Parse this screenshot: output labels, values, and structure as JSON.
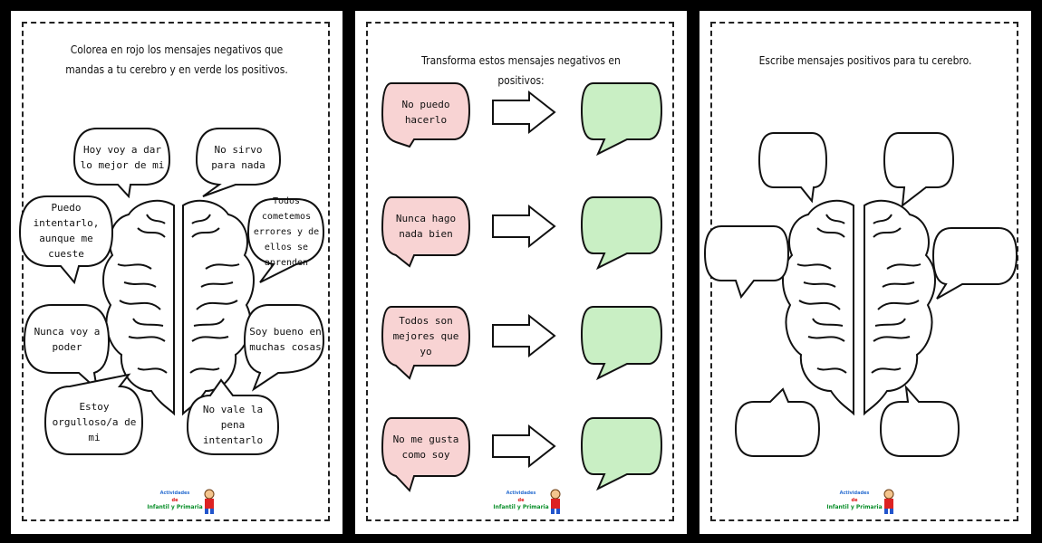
{
  "pages": [
    {
      "title": "Colorea en rojo los mensajes negativos que mandas a tu cerebro y en verde los positivos.",
      "bubbles": [
        "Hoy voy a dar lo mejor de mi",
        "No sirvo para nada",
        "Puedo intentarlo, aunque me cueste",
        "Todos cometemos errores y de ellos se aprenden",
        "Nunca voy a poder",
        "Soy bueno en muchas cosas",
        "Estoy orgulloso/a de mi",
        "No vale la pena intentarlo"
      ]
    },
    {
      "title": "Transforma estos mensajes negativos en positivos:",
      "rows": [
        "No puedo hacerlo",
        "Nunca hago nada bien",
        "Todos son mejores que yo",
        "No me gusta como soy"
      ]
    },
    {
      "title": "Escribe mensajes positivos para tu cerebro."
    }
  ],
  "logo": {
    "line1": "Actividades",
    "line2": "de",
    "line3": "Infantil y Primaria"
  },
  "colors": {
    "negative_fill": "#f8d3d3",
    "positive_fill": "#c9efc4",
    "outline": "#111111"
  }
}
